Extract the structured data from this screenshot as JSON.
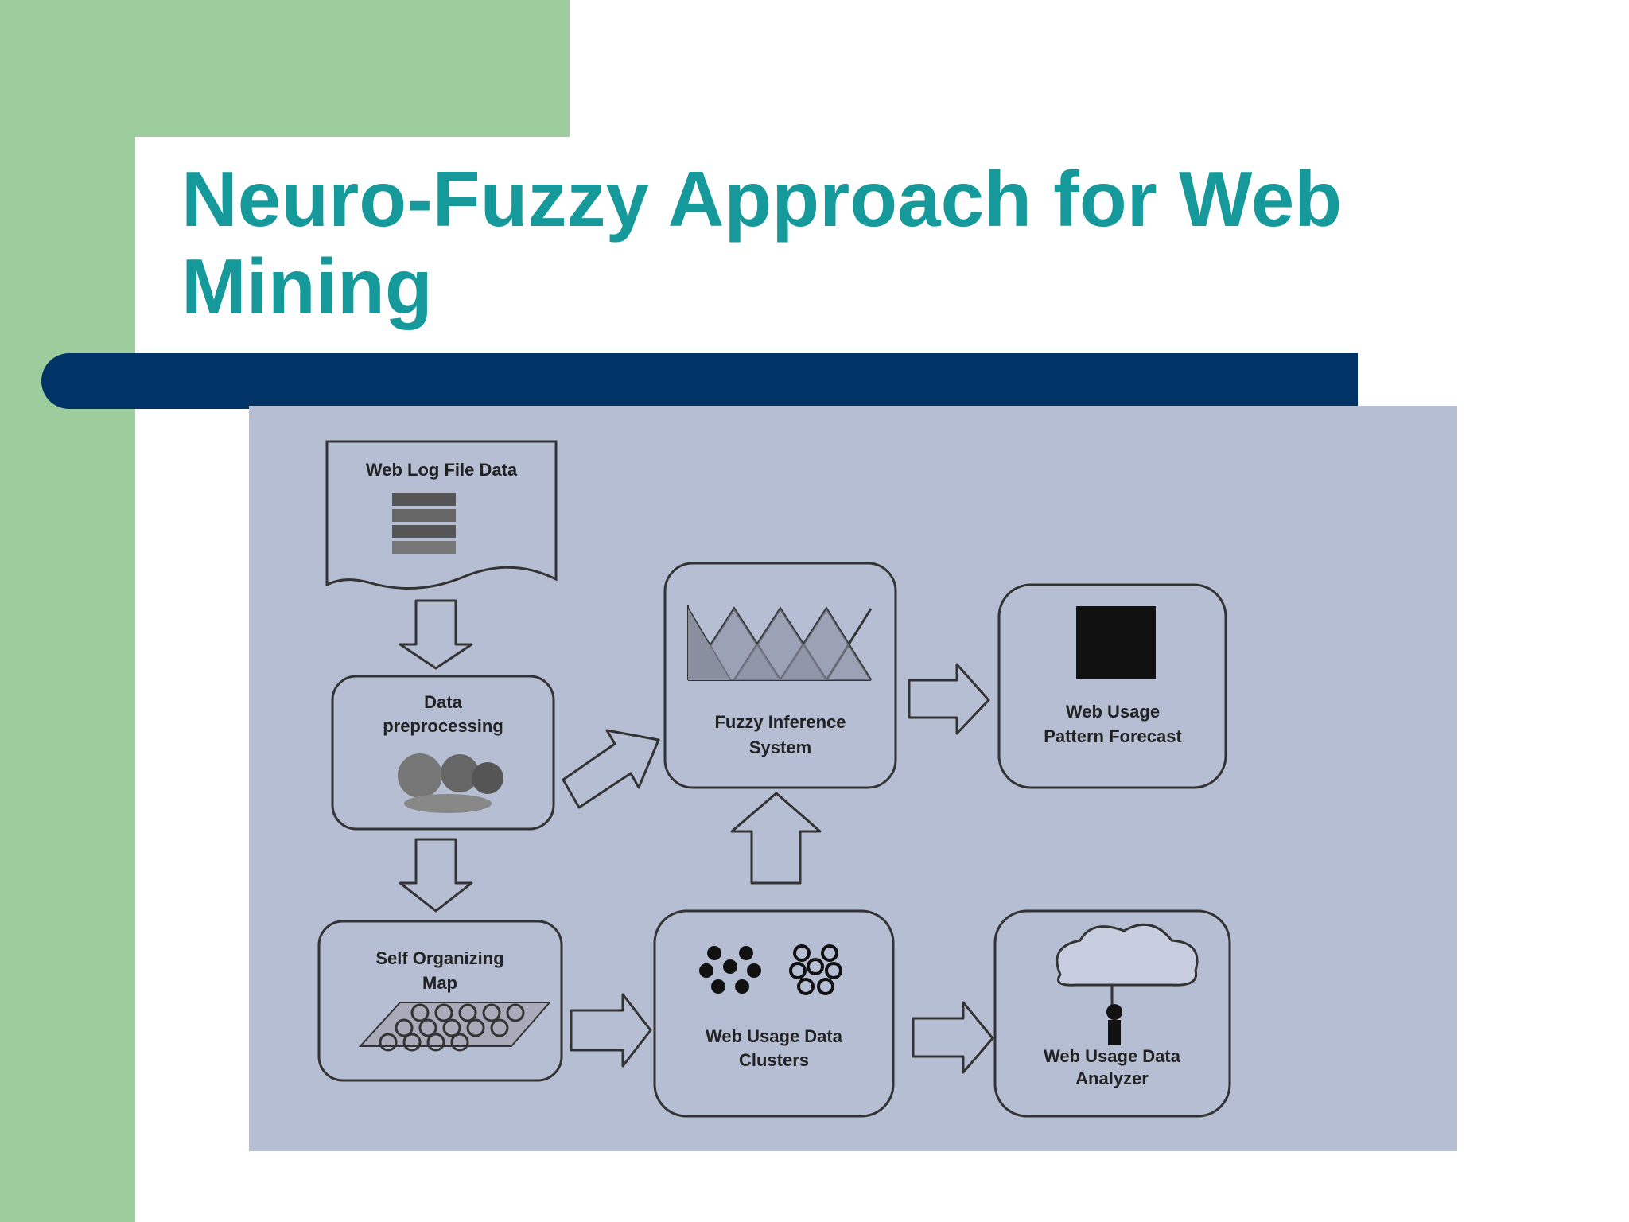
{
  "slide": {
    "title": "Neuro-Fuzzy Approach for Web Mining"
  },
  "diagram": {
    "web_log": "Web Log File Data",
    "preprocessing_1": "Data",
    "preprocessing_2": "preprocessing",
    "som_1": "Self Organizing",
    "som_2": "Map",
    "fis_1": "Fuzzy Inference",
    "fis_2": "System",
    "clusters_1": "Web Usage Data",
    "clusters_2": "Clusters",
    "forecast_1": "Web Usage",
    "forecast_2": "Pattern Forecast",
    "analyzer_1": "Web Usage Data",
    "analyzer_2": "Analyzer"
  },
  "colors": {
    "green_band": "#9dcd9d",
    "title_teal": "#16999a",
    "navy_bar": "#003366",
    "diagram_bg": "#b6bed4"
  }
}
